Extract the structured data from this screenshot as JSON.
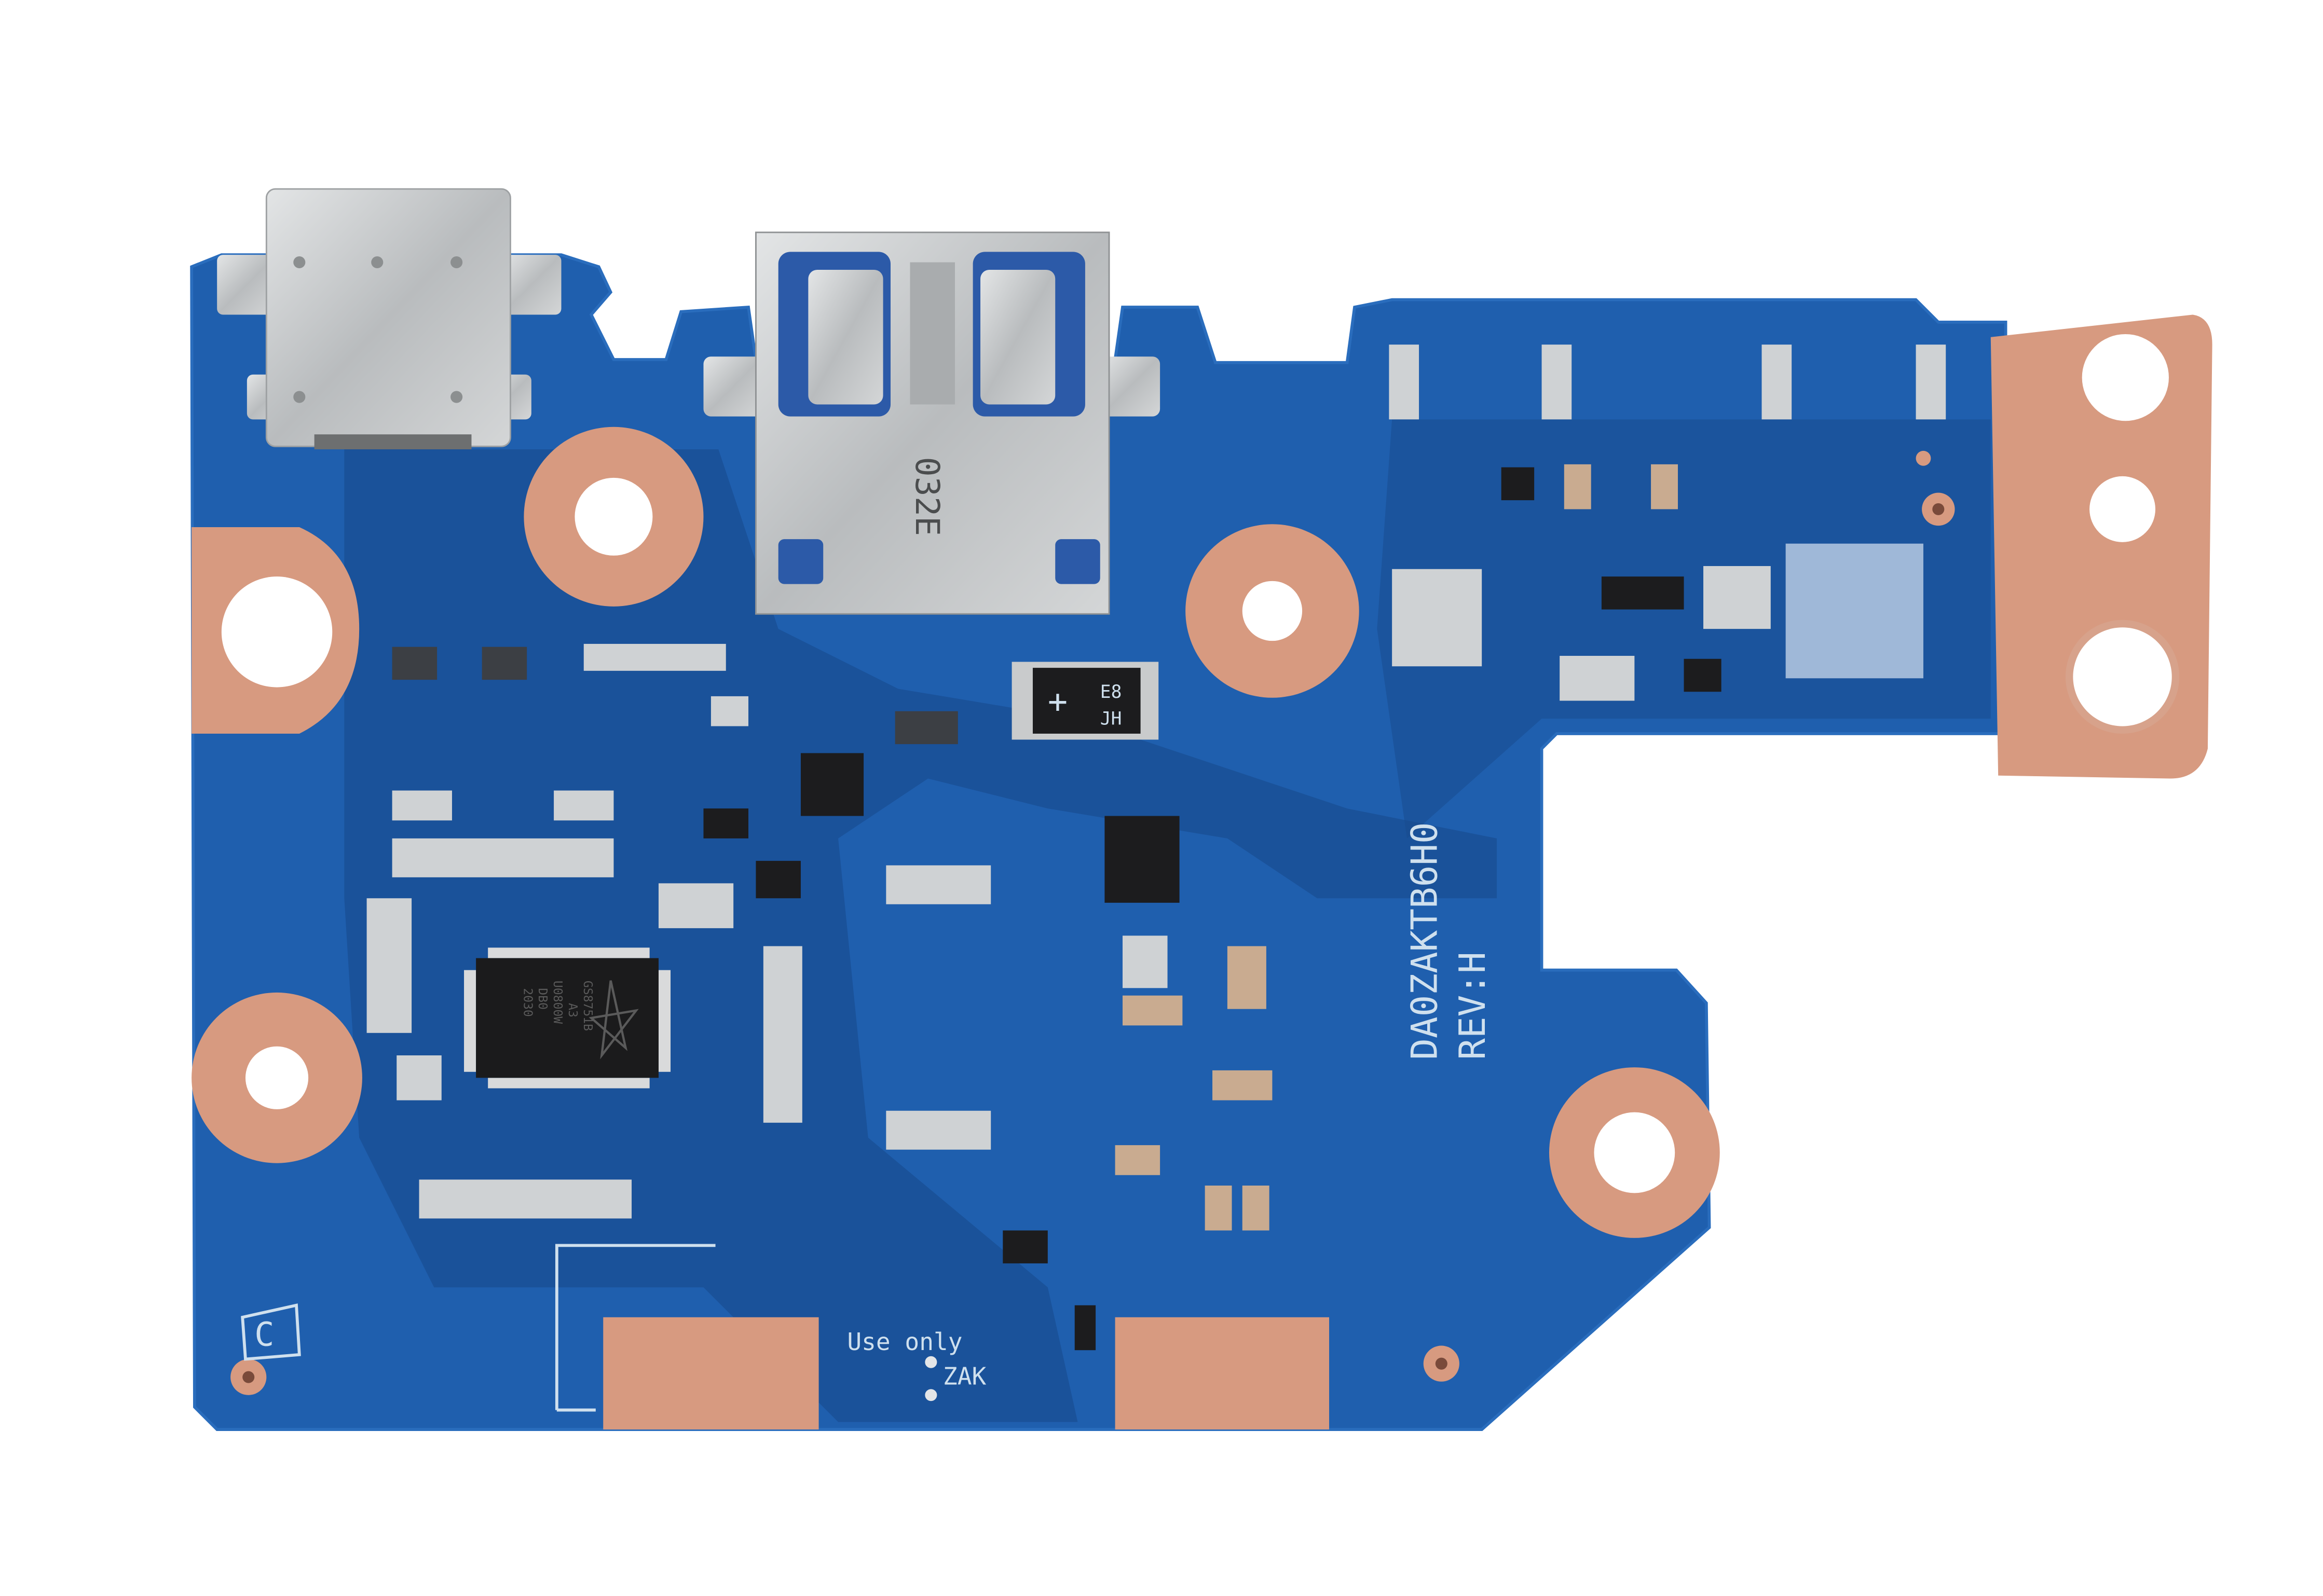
{
  "board": {
    "part_number": "DA0ZAKTB6H0",
    "revision": "REV:H",
    "note_line1": "Use only",
    "note_line2": "ZAK",
    "usb_a_marking": "032E",
    "capacitor_marking_1": "E8",
    "capacitor_marking_2": "JH",
    "corner_mark": "C",
    "chip_marking": [
      "GS8751B",
      "A3",
      "U0800W",
      "DB0",
      "2030"
    ]
  },
  "colors": {
    "pcb": "#1f5fae",
    "pcb_dark": "#17498c",
    "copper": "#d79a80",
    "metal": "#c9cbcc",
    "background": "#ffffff"
  }
}
